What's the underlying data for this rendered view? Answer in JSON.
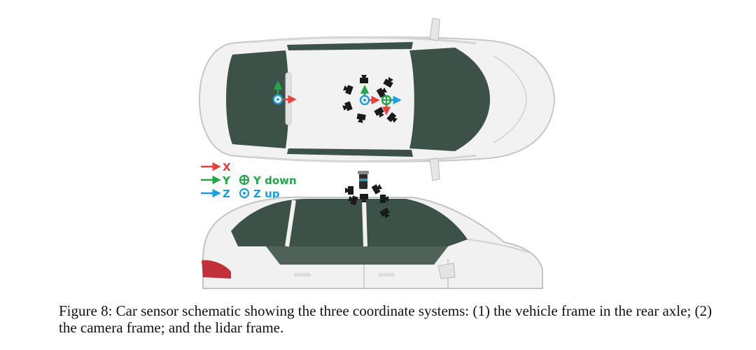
{
  "legend": {
    "x_label": "X",
    "y_label": "Y",
    "z_label": "Z",
    "y_down_label": "Y down",
    "z_up_label": "Z up"
  },
  "colors": {
    "x_axis": "#e8403a",
    "y_axis": "#1fa845",
    "z_axis": "#1a9fe0",
    "glass": "#3c5248",
    "body": "#f1f1f1",
    "outline": "#c4c4c4",
    "sensor": "#1a1a1a"
  },
  "icons": [
    "x-arrow-icon",
    "y-arrow-icon",
    "z-arrow-icon",
    "y-down-icon",
    "z-up-icon",
    "camera-icon",
    "lidar-icon"
  ],
  "caption": {
    "text": "Figure 8: Car sensor schematic showing the three coordinate systems: (1) the vehicle frame in the rear axle; (2) the camera frame; and the lidar frame."
  }
}
